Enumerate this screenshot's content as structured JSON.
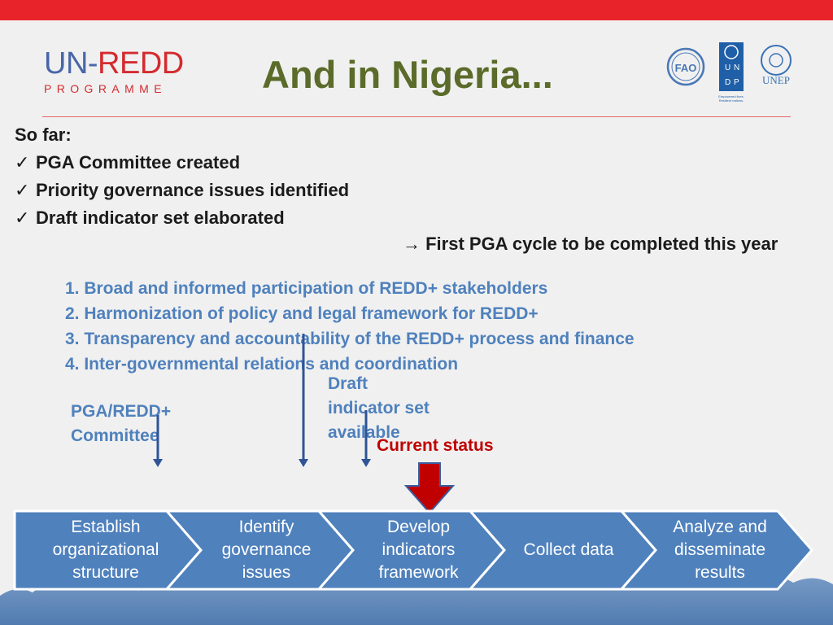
{
  "header": {
    "logo_un": "UN-",
    "logo_redd": "REDD",
    "logo_sub": "PROGRAMME",
    "title": "And in Nigeria..."
  },
  "partners": {
    "fao": "FAO",
    "undp": "U N D P",
    "undp_caption": "Empowered lives. Resilient nations.",
    "unep": "UNEP"
  },
  "so_far": {
    "heading": "So far:",
    "items": [
      "PGA Committee created",
      "Priority governance issues identified",
      "Draft indicator set elaborated"
    ]
  },
  "note": "→ First PGA cycle to be completed this year",
  "principles": [
    "1. Broad and informed participation of REDD+ stakeholders",
    "2. Harmonization of policy and legal framework for REDD+",
    "3. Transparency and accountability of the REDD+ process and finance",
    "4. Inter-governmental relations and coordination"
  ],
  "labels": {
    "committee_line1": "PGA/REDD+",
    "committee_line2": "Committee",
    "indicator_line1": "Draft",
    "indicator_line2": "indicator set",
    "indicator_line3": "available",
    "current_status": "Current status"
  },
  "process_steps": [
    "Establish\norganizational\nstructure",
    "Identify\ngovernance\nissues",
    "Develop\nindicators\nframework",
    "Collect data",
    "Analyze and\ndisseminate\nresults"
  ],
  "colors": {
    "top_bar": "#e8232a",
    "title": "#5a6b2a",
    "blue_text": "#4f81bd",
    "chevron": "#4f81bd",
    "status_red": "#c00000"
  }
}
